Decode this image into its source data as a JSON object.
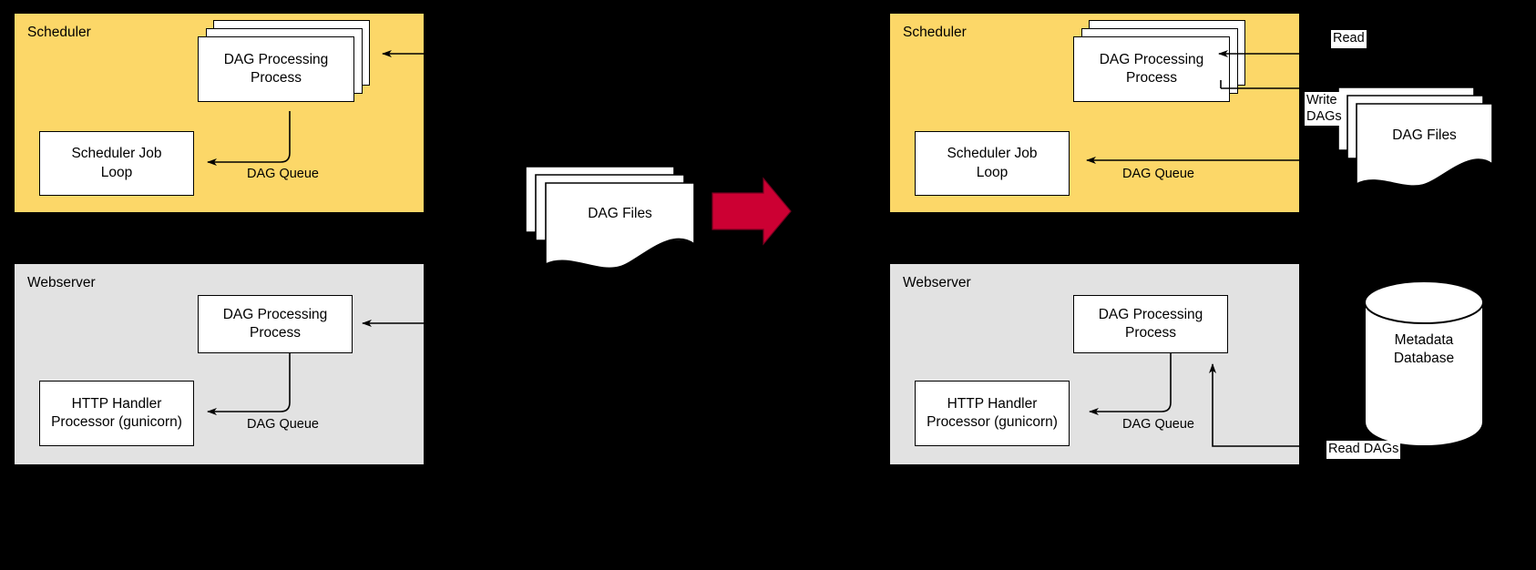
{
  "diagram": {
    "title_hidden": "Airflow DAG processing: before and after",
    "colors": {
      "scheduler_fill": "#FCD768",
      "webserver_fill": "#E2E2E2",
      "arrow_red": "#CC0033",
      "stroke": "#000000",
      "node_fill": "#FFFFFF",
      "background": "#000000"
    }
  },
  "left": {
    "scheduler": {
      "title": "Scheduler",
      "dag_processing": "DAG Processing\nProcess",
      "dag_processing_line1": "DAG Processing",
      "dag_processing_line2": "Process",
      "job_loop_line1": "Scheduler Job",
      "job_loop_line2": "Loop",
      "queue_label": "DAG Queue"
    },
    "webserver": {
      "title": "Webserver",
      "dag_processing_line1": "DAG Processing",
      "dag_processing_line2": "Process",
      "http_handler_line1": "HTTP Handler",
      "http_handler_line2": "Processor (gunicorn)",
      "queue_label": "DAG Queue"
    }
  },
  "middle": {
    "dag_files_label": "DAG Files",
    "transition_arrow": "right-arrow"
  },
  "right": {
    "scheduler": {
      "title": "Scheduler",
      "dag_processing_line1": "DAG Processing",
      "dag_processing_line2": "Process",
      "job_loop_line1": "Scheduler Job",
      "job_loop_line2": "Loop",
      "queue_label": "DAG Queue"
    },
    "webserver": {
      "title": "Webserver",
      "dag_processing_line1": "DAG Processing",
      "dag_processing_line2": "Process",
      "http_handler_line1": "HTTP Handler",
      "http_handler_line2": "Processor (gunicorn)",
      "queue_label": "DAG Queue"
    },
    "dag_files_label": "DAG Files",
    "database_line1": "Metadata",
    "database_line2": "Database",
    "labels": {
      "read": "Read",
      "write_dags_line1": "Write",
      "write_dags_line2": "DAGs",
      "read_dags": "Read DAGs"
    }
  }
}
